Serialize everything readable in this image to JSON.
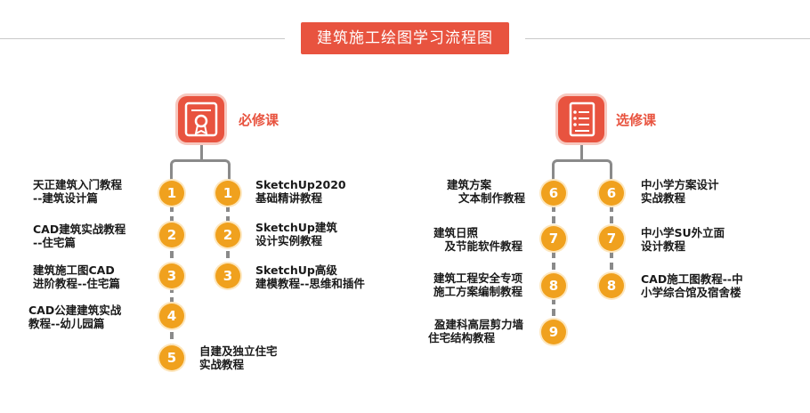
{
  "title": "建筑施工绘图学习流程图",
  "required": {
    "label": "必修课",
    "icon": "certificate-icon",
    "left_items": [
      {
        "num": "1",
        "line1": "天正建筑入门教程",
        "line2": "--建筑设计篇"
      },
      {
        "num": "2",
        "line1": "CAD建筑实战教程",
        "line2": "--住宅篇"
      },
      {
        "num": "3",
        "line1": "建筑施工图CAD",
        "line2": "进阶教程--住宅篇"
      },
      {
        "num": "4",
        "line1": "CAD公建建筑实战",
        "line2": "教程--幼儿园篇"
      },
      {
        "num": "5",
        "line1": "自建及独立住宅",
        "line2": "实战教程"
      }
    ],
    "right_items": [
      {
        "num": "1",
        "line1": "SketchUp2020",
        "line2": "基础精讲教程"
      },
      {
        "num": "2",
        "line1": "SketchUp建筑",
        "line2": "设计实例教程"
      },
      {
        "num": "3",
        "line1": "SketchUp高级",
        "line2": "建模教程--思维和插件"
      }
    ]
  },
  "elective": {
    "label": "选修课",
    "icon": "document-list-icon",
    "left_items": [
      {
        "num": "6",
        "line1": "建筑方案",
        "line2": "文本制作教程"
      },
      {
        "num": "7",
        "line1": "建筑日照",
        "line2": "及节能软件教程"
      },
      {
        "num": "8",
        "line1": "建筑工程安全专项",
        "line2": "施工方案编制教程"
      },
      {
        "num": "9",
        "line1": "盈建科高层剪力墙",
        "line2": "住宅结构教程"
      }
    ],
    "right_items": [
      {
        "num": "6",
        "line1": "中小学方案设计",
        "line2": "实战教程"
      },
      {
        "num": "7",
        "line1": "中小学SU外立面",
        "line2": "设计教程"
      },
      {
        "num": "8",
        "line1": "CAD施工图教程--中",
        "line2": "小学综合馆及宿舍楼"
      }
    ]
  },
  "colors": {
    "accent": "#e8533f",
    "badge": "#f0a11e",
    "line": "#8a8a8a"
  }
}
